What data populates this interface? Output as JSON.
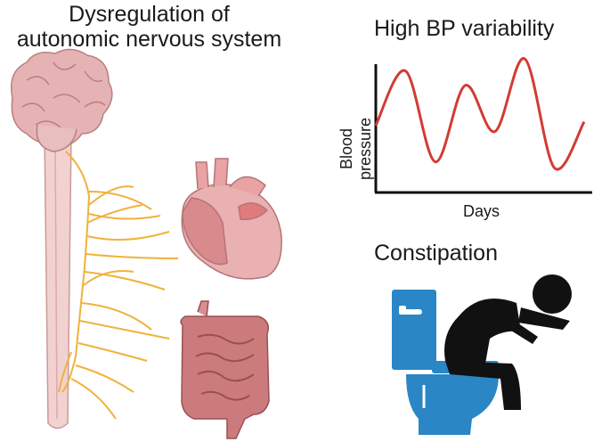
{
  "titles": {
    "autonomic_line1": "Dysregulation of",
    "autonomic_line2": "autonomic nervous system",
    "bp": "High BP variability",
    "constipation": "Constipation"
  },
  "chart_data": {
    "type": "line",
    "title": "High BP variability",
    "xlabel": "Days",
    "ylabel": "Blood pressure",
    "grid": false,
    "series": [
      {
        "values": [
          0.45,
          0.9,
          0.15,
          0.78,
          0.4,
          1.0,
          0.1,
          0.48
        ]
      }
    ],
    "line_color": "#d23c33"
  },
  "icons": [
    "brain-icon",
    "spinal-cord-icon",
    "nerve-icon",
    "heart-icon",
    "intestine-icon",
    "toilet-icon",
    "person-icon"
  ],
  "colors": {
    "brain": "#e6b3b4",
    "spine": "#f0cfcd",
    "nerve": "#f0b23c",
    "heart": "#e39a9c",
    "intestine": "#cc7b7d",
    "toilet": "#2a86c4",
    "person": "#111111"
  }
}
